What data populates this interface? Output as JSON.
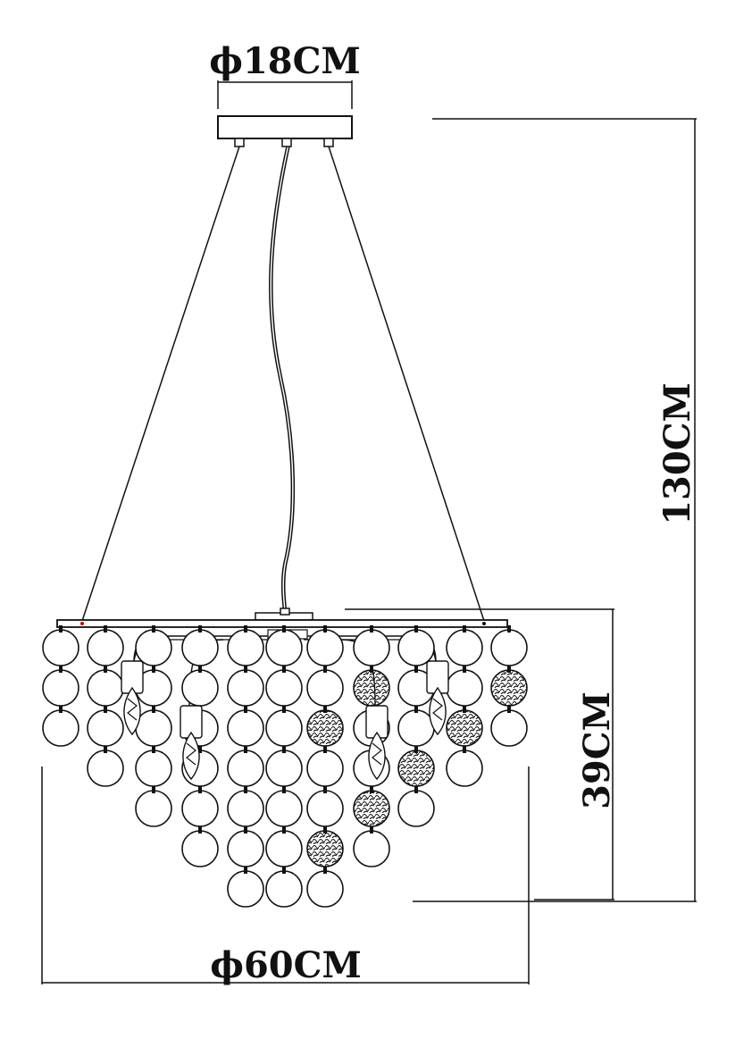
{
  "drawing": {
    "colors": {
      "line": "#111111",
      "background": "#ffffff",
      "accent": "#cc0000"
    },
    "canopy_diameter_label": "ϕ18CM",
    "total_height_label": "130CM",
    "body_height_label": "39CM",
    "body_diameter_label": "ϕ60CM"
  }
}
